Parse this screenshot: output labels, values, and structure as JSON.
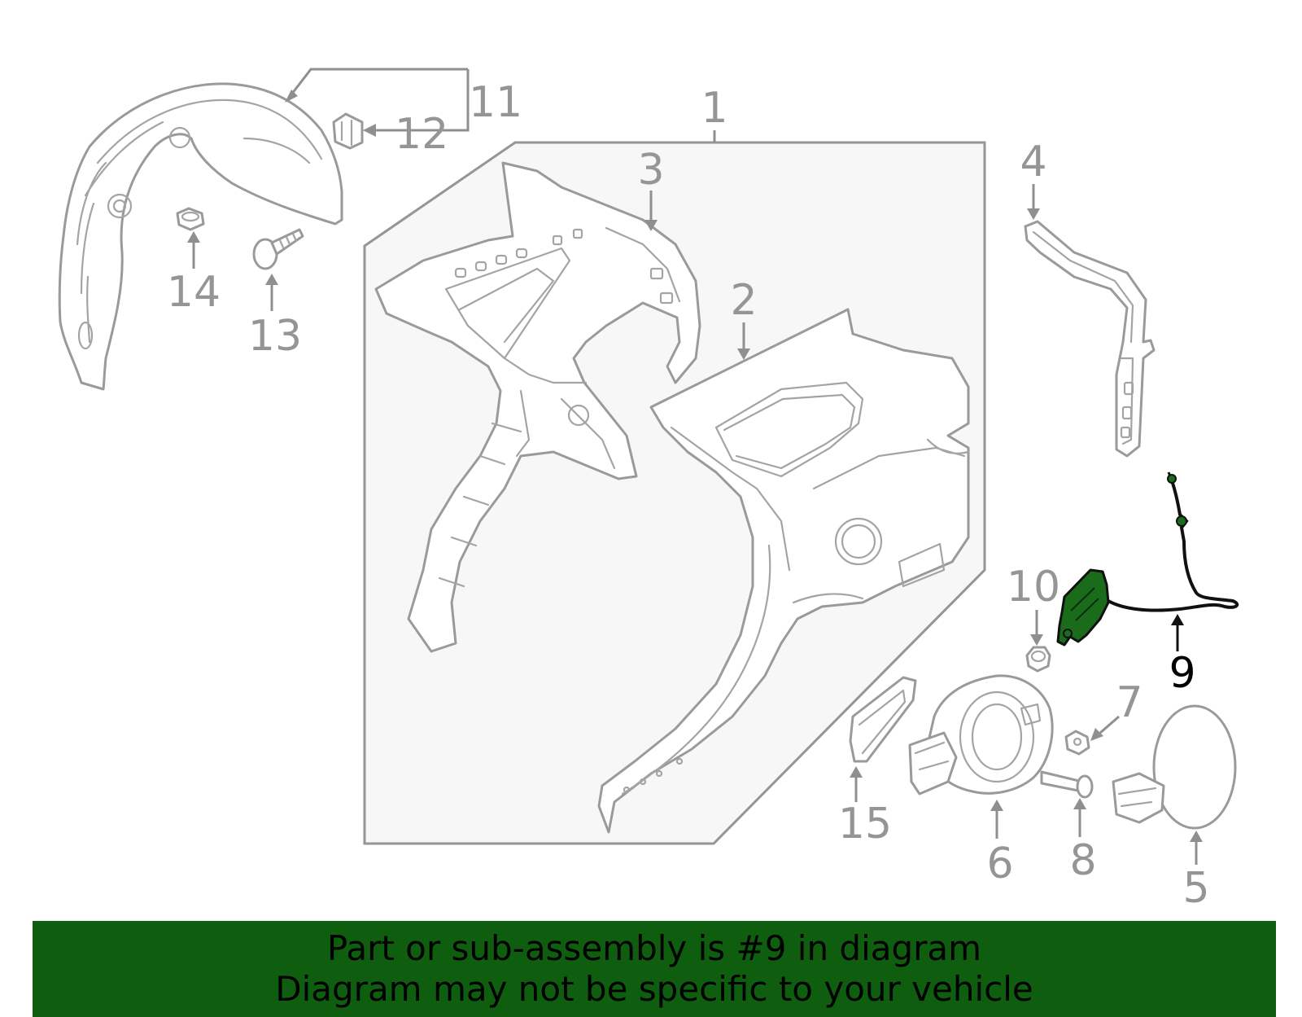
{
  "diagram": {
    "callouts": [
      {
        "id": "1",
        "text": "1"
      },
      {
        "id": "2",
        "text": "2"
      },
      {
        "id": "3",
        "text": "3"
      },
      {
        "id": "4",
        "text": "4"
      },
      {
        "id": "5",
        "text": "5"
      },
      {
        "id": "6",
        "text": "6"
      },
      {
        "id": "7",
        "text": "7"
      },
      {
        "id": "8",
        "text": "8"
      },
      {
        "id": "9",
        "text": "9"
      },
      {
        "id": "10",
        "text": "10"
      },
      {
        "id": "11",
        "text": "11"
      },
      {
        "id": "12",
        "text": "12"
      },
      {
        "id": "13",
        "text": "13"
      },
      {
        "id": "14",
        "text": "14"
      },
      {
        "id": "15",
        "text": "15"
      }
    ],
    "highlighted_part": "9",
    "colors": {
      "line_art": "#9a9a9a",
      "highlight_part": "#1a6b1a",
      "highlight_label": "#000000",
      "banner_background": "#0f5e0f",
      "assembly_box": "#f7f7f7"
    }
  },
  "banner": {
    "line1": "Part or sub-assembly is #9 in diagram",
    "line2": "Diagram may not be specific to your vehicle"
  }
}
